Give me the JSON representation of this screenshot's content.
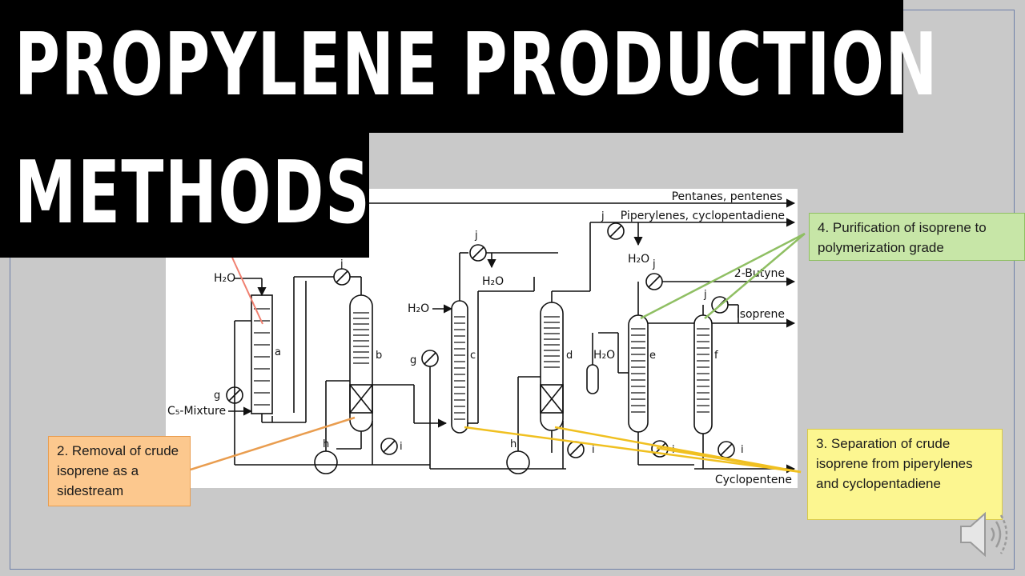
{
  "title": {
    "line1": "PROPYLENE PRODUCTION",
    "line2": "METHODS"
  },
  "diagram": {
    "streams": {
      "pentanes": "Pentanes, pentenes",
      "piperylenes": "Piperylenes, cyclopentadiene",
      "butyne": "2-Butyne",
      "isoprene": "Isoprene",
      "cyclopentene": "Cyclopentene",
      "feed": "C₅-Mixture",
      "water": "H₂O"
    },
    "units": {
      "a": "a",
      "b": "b",
      "c": "c",
      "d": "d",
      "e": "e",
      "f": "f",
      "g": "g",
      "h": "h",
      "i": "i",
      "j": "j"
    }
  },
  "callouts": {
    "purification": "4. Purification of isoprene to polymerization grade",
    "removal": "2. Removal of crude isoprene as a sidestream",
    "separation": "3. Separation of crude isoprene from piperylenes and cyclopentadiene"
  },
  "colors": {
    "green": "#8fbf63",
    "orange": "#e99d4f",
    "yellow": "#f0c020",
    "red": "#f08070"
  }
}
